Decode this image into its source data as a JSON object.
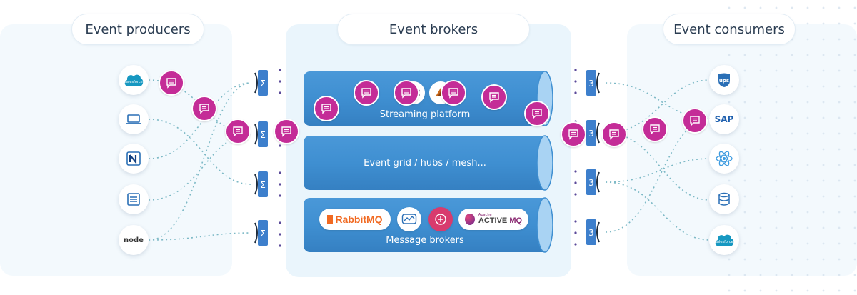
{
  "sections": {
    "producers": "Event producers",
    "brokers": "Event brokers",
    "consumers": "Event consumers"
  },
  "tubes": {
    "streaming": "Streaming platform",
    "grid": "Event grid / hubs / mesh...",
    "message": "Message brokers"
  },
  "producer_icons": [
    "salesforce-icon",
    "laptop-icon",
    "nintex-icon",
    "document-list-icon",
    "nodejs-icon"
  ],
  "producer_labels": {
    "salesforce": "salesforce",
    "node": "node"
  },
  "consumer_icons": [
    "ups-icon",
    "sap-icon",
    "react-icon",
    "database-icon",
    "salesforce-icon"
  ],
  "consumer_labels": {
    "ups": "ups",
    "sap": "SAP",
    "salesforce": "salesforce"
  },
  "broker_logos": {
    "rabbitmq": "RabbitMQ",
    "activemq_prefix": "Apache",
    "activemq": "ACTIVE",
    "activemq_suffix": "MQ"
  },
  "colors": {
    "tube": "#3f8fd1",
    "tube_end": "#a9d3f3",
    "message": "#c42c97",
    "panel": "#f1f8fd",
    "connector": "#3d7fcc",
    "dotted_line": "#7db9c6"
  }
}
